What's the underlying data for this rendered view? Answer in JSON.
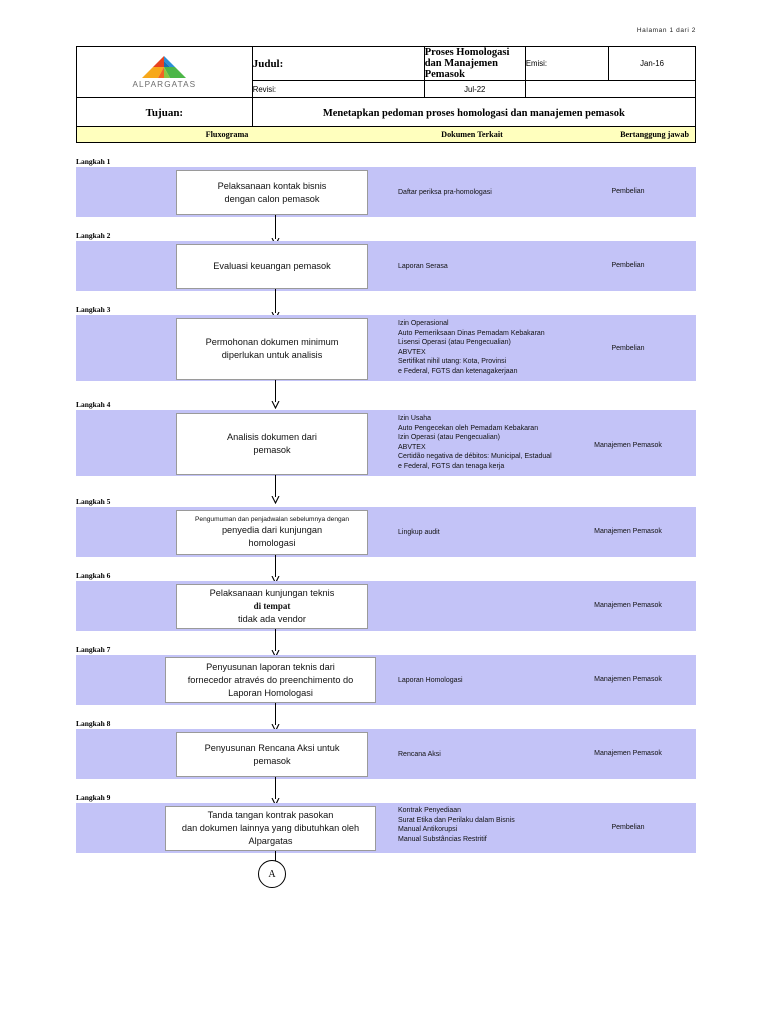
{
  "page": {
    "page_number_text": "Halaman  1  dari  2"
  },
  "header": {
    "logo_name": "ALPARGATAS",
    "judul_label": "Judul:",
    "judul_value": "Proses Homologasi dan Manajemen Pemasok",
    "emisi_label": "Emisi:",
    "emisi_value": "Jan-16",
    "revisi_label": "Revisi:",
    "revisi_value": "Jul-22",
    "tujuan_label": "Tujuan:",
    "tujuan_value": "Menetapkan pedoman proses homologasi dan manajemen pemasok"
  },
  "columns": {
    "flowchart": "Fluxograma",
    "documents": "Dokumen Terkait",
    "responsible": "Bertanggung jawab"
  },
  "colors": {
    "band": "#c3c3f7",
    "column_header": "#ffffbe",
    "box": "#ffffff",
    "border": "#000000"
  },
  "steps": [
    {
      "label": "Langkah 1",
      "box_lines": [
        "Pelaksanaan kontak bisnis",
        "dengan calon pemasok"
      ],
      "documents": "Daftar periksa pra-homologasi",
      "responsible": "Pembelian"
    },
    {
      "label": "Langkah 2",
      "box_lines": [
        "Evaluasi keuangan pemasok"
      ],
      "documents": "Laporan Serasa",
      "responsible": "Pembelian"
    },
    {
      "label": "Langkah 3",
      "box_lines": [
        "Permohonan dokumen minimum",
        "diperlukan untuk analisis"
      ],
      "documents": "Izin Operasional\nAuto Pemeriksaan Dinas Pemadam Kebakaran\nLisensi Operasi (atau Pengecualian)\nABVTEX\nSertifikat nihil utang: Kota, Provinsi\ne Federal, FGTS dan ketenagakerjaan",
      "responsible": "Pembelian"
    },
    {
      "label": "Langkah 4",
      "box_lines": [
        "Analisis dokumen dari",
        "pemasok"
      ],
      "documents": "Izin Usaha\nAuto Pengecekan oleh Pemadam Kebakaran\nIzin Operasi (atau Pengecualian)\nABVTEX\nCertidão negativa de débitos: Municipal, Estadual\ne Federal, FGTS dan tenaga kerja",
      "responsible": "Manajemen Pemasok"
    },
    {
      "label": "Langkah 5",
      "box_lines": [
        "Pengumuman dan penjadwalan sebelumnya dengan",
        "penyedia dari kunjungan",
        "homologasi"
      ],
      "documents": "Lingkup audit",
      "responsible": "Manajemen Pemasok"
    },
    {
      "label": "Langkah 6",
      "box_lines": [
        "Pelaksanaan kunjungan teknis",
        "di tempat",
        "tidak ada vendor"
      ],
      "documents": "",
      "responsible": "Manajemen Pemasok"
    },
    {
      "label": "Langkah 7",
      "box_lines": [
        "Penyusunan laporan teknis dari",
        "fornecedor através do preenchimento do",
        "Laporan Homologasi"
      ],
      "documents": "Laporan Homologasi",
      "responsible": "Manajemen Pemasok"
    },
    {
      "label": "Langkah 8",
      "box_lines": [
        "Penyusunan Rencana Aksi untuk",
        "pemasok"
      ],
      "documents": "Rencana Aksi",
      "responsible": "Manajemen Pemasok"
    },
    {
      "label": "Langkah 9",
      "box_lines": [
        "Tanda tangan kontrak pasokan",
        "dan dokumen lainnya yang dibutuhkan oleh",
        "Alpargatas"
      ],
      "documents": "Kontrak Penyediaan\nSurat Etika dan Perilaku dalam Bisnis\nManual Antikorupsi\nManual Substâncias Restritif",
      "responsible": "Pembelian"
    }
  ],
  "connector": {
    "label": "A"
  }
}
